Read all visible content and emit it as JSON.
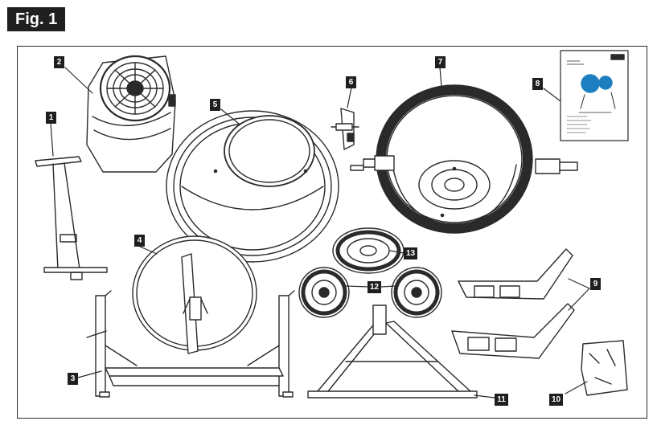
{
  "figure": {
    "title": "Fig. 1"
  },
  "callouts": [
    "1",
    "2",
    "3",
    "4",
    "5",
    "6",
    "7",
    "8",
    "9",
    "10",
    "11",
    "12",
    "13"
  ],
  "colors": {
    "ink": "#2a2a2a",
    "label_bg": "#1f1f1f",
    "manual_accent": "#1e7fc0"
  }
}
